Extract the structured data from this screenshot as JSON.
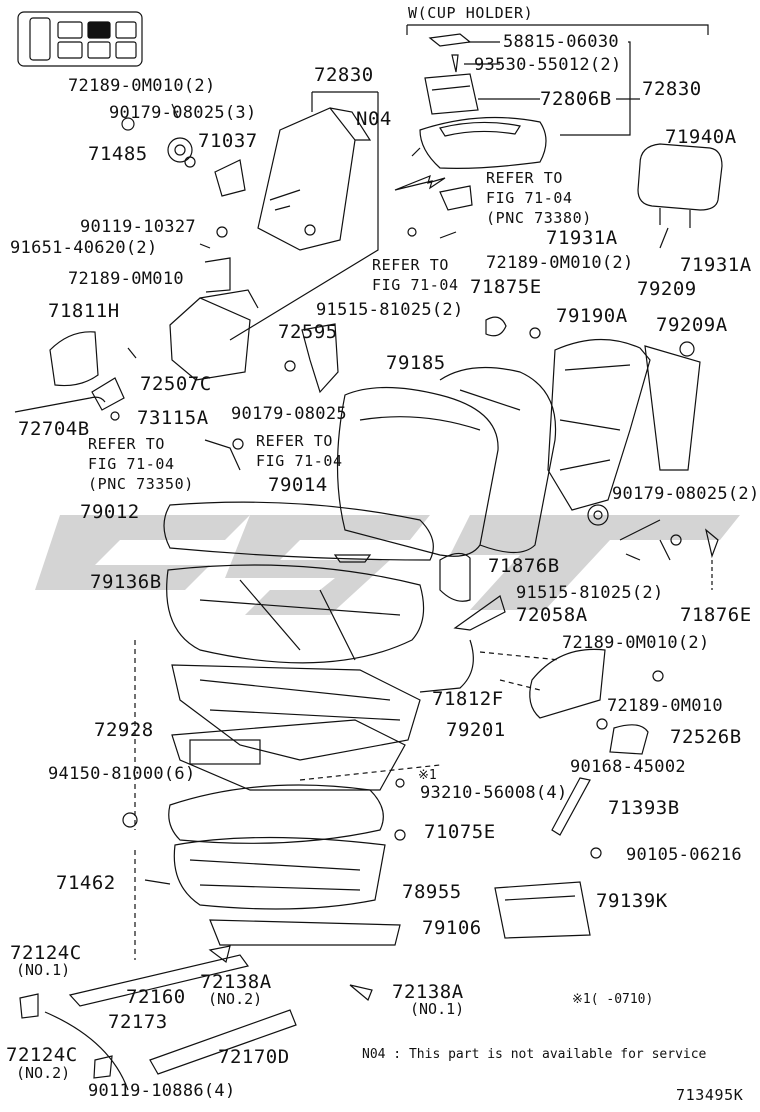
{
  "header": {
    "cup_holder": "W(CUP HOLDER)"
  },
  "parts": {
    "p58815": "58815-06030",
    "p93530": "93530-55012(2)",
    "p72830a": "72830",
    "p72830b": "72830",
    "p72806b": "72806B",
    "p72189a": "72189-0M010(2)",
    "p90179a": "90179-08025(3)",
    "n04": "N04",
    "p71037": "71037",
    "p71485": "71485",
    "p71940a": "71940A",
    "p90119a": "90119-10327",
    "p91651": "91651-40620(2)",
    "p71931a1": "71931A",
    "p71931a2": "71931A",
    "p72189b": "72189-0M010",
    "p72189c": "72189-0M010(2)",
    "p71875e": "71875E",
    "p79209": "79209",
    "p91515a": "91515-81025(2)",
    "p79190a": "79190A",
    "p79209a": "79209A",
    "p71811h": "71811H",
    "p72595": "72595",
    "p79185": "79185",
    "p72507c": "72507C",
    "p90179b": "90179-08025",
    "p72704b": "72704B",
    "p73115a": "73115A",
    "p90179c": "90179-08025(2)",
    "p79014": "79014",
    "p79012": "79012",
    "p71876b": "71876B",
    "p79136b": "79136B",
    "p91515b": "91515-81025(2)",
    "p71876e": "71876E",
    "p72058a": "72058A",
    "p72189d": "72189-0M010(2)",
    "p71812f": "71812F",
    "p72189e": "72189-0M010",
    "p72928": "72928",
    "p79201": "79201",
    "p72526b": "72526B",
    "p90168": "90168-45002",
    "p94150": "94150-81000(6)",
    "p93210": "93210-56008(4)",
    "p71393b": "71393B",
    "p71075e": "71075E",
    "p90105": "90105-06216",
    "p71462": "71462",
    "p78955": "78955",
    "p79139k": "79139K",
    "p79106": "79106",
    "p72124c1": "72124C",
    "p72160": "72160",
    "p72138a2": "72138A",
    "p72138a1": "72138A",
    "p72173": "72173",
    "p72124c2": "72124C",
    "p72170d": "72170D",
    "p90119b": "90119-10886(4)"
  },
  "notes": {
    "refer1_l1": "REFER TO",
    "refer1_l2": "FIG 71-04",
    "refer1_l3": "(PNC 73380)",
    "refer2_l1": "REFER TO",
    "refer2_l2": "FIG 71-04",
    "refer3_l1": "REFER TO",
    "refer3_l2": "FIG 71-04",
    "refer3_l3": "(PNC 73350)",
    "refer4_l1": "REFER TO",
    "refer4_l2": "FIG 71-04",
    "no1a": "(NO.1)",
    "no2a": "(NO.2)",
    "no1b": "(NO.1)",
    "no2b": "(NO.2)",
    "mark1": "※1",
    "footnote": "※1(    -0710)",
    "n04_note": "N04 : This part is not available for service"
  },
  "figure_id": "713495K"
}
